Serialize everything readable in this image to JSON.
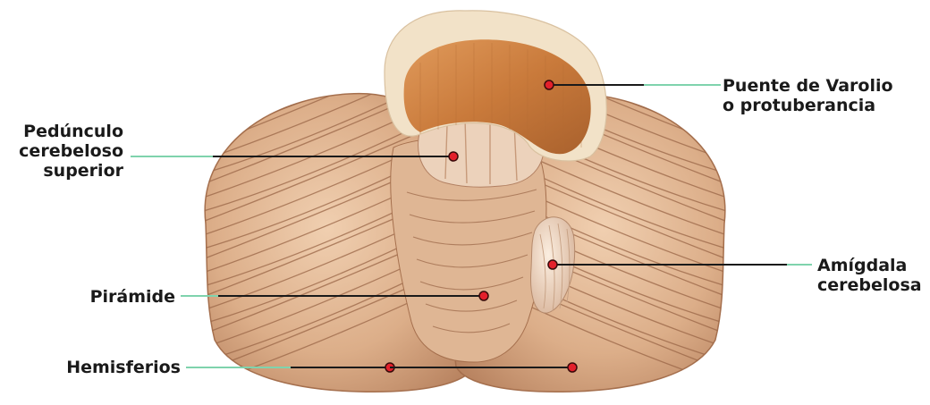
{
  "figure": {
    "subject": "cerebellum-anterior-view",
    "colors": {
      "tissue_light": "#e9c2a0",
      "tissue_mid": "#d6a37e",
      "tissue_dark": "#b07a56",
      "fold_line": "#9a6647",
      "pons_cut": "#c8773a",
      "pons_rim": "#f2e2c8",
      "leader_green": "#7fd3ad",
      "leader_black": "#1a1a1a",
      "marker_red": "#e3202b"
    }
  },
  "labels": {
    "puente": [
      "Puente de Varolio",
      "o protuberancia"
    ],
    "peduncle": [
      "Pedúnculo",
      "cerebeloso",
      "superior"
    ],
    "amigdala": [
      "Amígdala",
      "cerebelosa"
    ],
    "piramide": [
      "Pirámide"
    ],
    "hemisferios": [
      "Hemisferios"
    ]
  }
}
